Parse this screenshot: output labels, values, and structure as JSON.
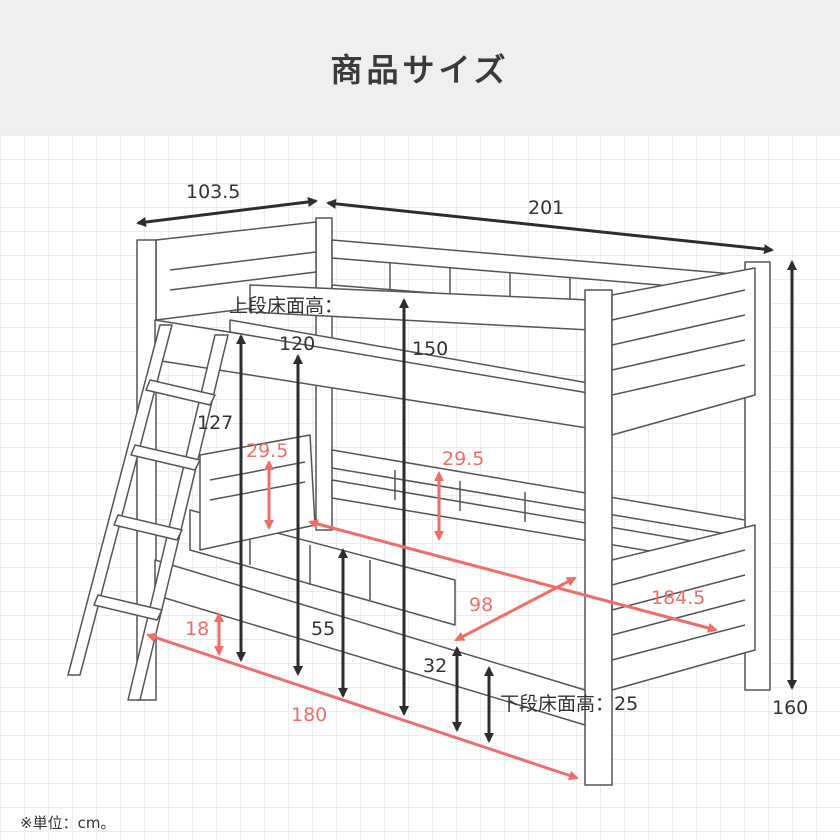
{
  "header": {
    "title": "商品サイズ"
  },
  "dimensions": {
    "width": "103.5",
    "length": "201",
    "height": "160",
    "upper_floor_label": "上段床面高：",
    "upper_floor_height": "120",
    "h150": "150",
    "ladder_height": "127",
    "upper_guard_left": "29.5",
    "upper_guard_right": "29.5",
    "inner_length": "184.5",
    "inner_width": "98",
    "h55": "55",
    "lower_guard": "18",
    "lower_length": "180",
    "h32": "32",
    "lower_floor_label": "下段床面高：25"
  },
  "colors": {
    "line": "#555555",
    "arrow": "#2d2d2d",
    "accent": "#ef6e66",
    "header_bg": "#efefef"
  },
  "footnote": "※単位：cm。"
}
